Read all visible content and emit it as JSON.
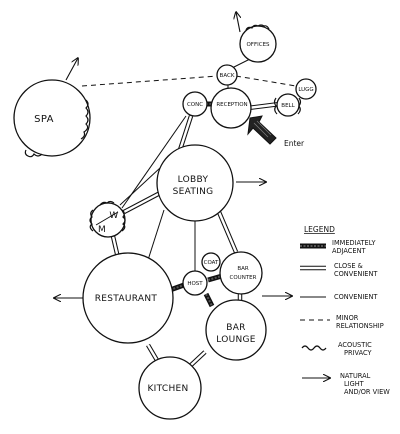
{
  "rooms": {
    "offices": "OFFICES",
    "back": "BACK",
    "lugg": "LUGG",
    "bell": "BELL",
    "conc": "CONC",
    "reception": "RECEPTION",
    "spa": "SPA",
    "lobby_line1": "LOBBY",
    "lobby_line2": "SEATING",
    "wm_w": "W",
    "wm_m": "M",
    "coat": "COAT",
    "bar_counter_line1": "BAR",
    "bar_counter_line2": "COUNTER",
    "host": "HOST",
    "restaurant": "RESTAURANT",
    "bar_lounge_line1": "BAR",
    "bar_lounge_line2": "LOUNGE",
    "kitchen": "KITCHEN"
  },
  "enter_label": "Enter",
  "legend": {
    "title": "LEGEND",
    "immediately_line1": "IMMEDIATELY",
    "immediately_line2": "ADJACENT",
    "close_line1": "CLOSE &",
    "close_line2": "CONVENIENT",
    "convenient": "CONVENIENT",
    "minor_line1": "MINOR",
    "minor_line2": "RELATIONSHIP",
    "acoustic_line1": "ACOUSTIC",
    "acoustic_line2": "PRIVACY",
    "natural_line1": "NATURAL",
    "natural_line2": "LIGHT",
    "natural_line3": "AND/OR VIEW"
  }
}
